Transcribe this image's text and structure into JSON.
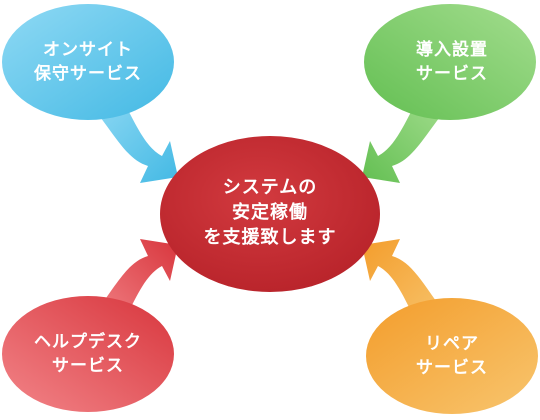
{
  "center": {
    "lines": [
      "システムの",
      "安定稼働",
      "を支援致します"
    ],
    "color": "#c0282e"
  },
  "bubbles": {
    "onsite": {
      "lines": [
        "オンサイト",
        "保守サービス"
      ],
      "color": "#5ec6ea"
    },
    "install": {
      "lines": [
        "導入設置",
        "サービス"
      ],
      "color": "#7dcb6a"
    },
    "helpdesk": {
      "lines": [
        "ヘルプデスク",
        "サービス"
      ],
      "color": "#e5575b"
    },
    "repair": {
      "lines": [
        "リペア",
        "サービス"
      ],
      "color": "#f4ad45"
    }
  }
}
